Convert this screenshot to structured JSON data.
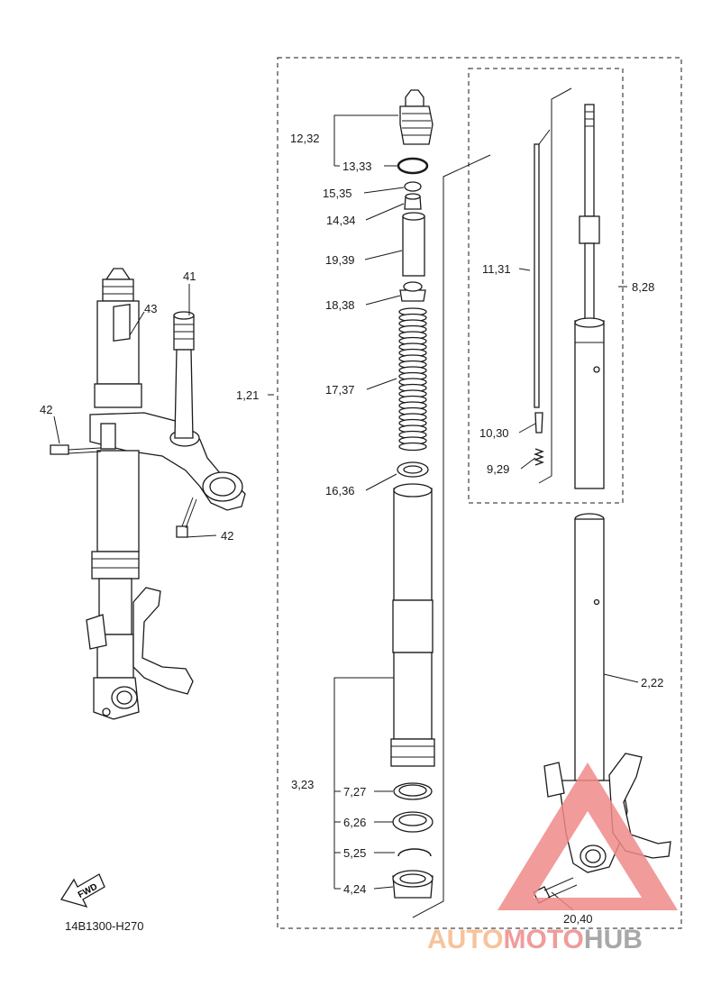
{
  "diagram_code": "14B1300-H270",
  "fwd_label": "FWD",
  "watermark": {
    "part1": "AUTO",
    "part2": "MOTO",
    "part3": "HUB",
    "color_orange": "#f6b98a",
    "color_red": "#ee8a8a",
    "color_gray": "#9a9a9a"
  },
  "labels": {
    "p12_32": "12,32",
    "p13_33": "13,33",
    "p15_35": "15,35",
    "p14_34": "14,34",
    "p19_39": "19,39",
    "p18_38": "18,38",
    "p17_37": "17,37",
    "p16_36": "16,36",
    "p1_21": "1,21",
    "p11_31": "11,31",
    "p8_28": "8,28",
    "p10_30": "10,30",
    "p9_29": "9,29",
    "p2_22": "2,22",
    "p3_23": "3,23",
    "p7_27": "7,27",
    "p6_26": "6,26",
    "p5_25": "5,25",
    "p4_24": "4,24",
    "p20_40": "20,40",
    "p41": "41",
    "p43": "43",
    "p42a": "42",
    "p42b": "42"
  }
}
